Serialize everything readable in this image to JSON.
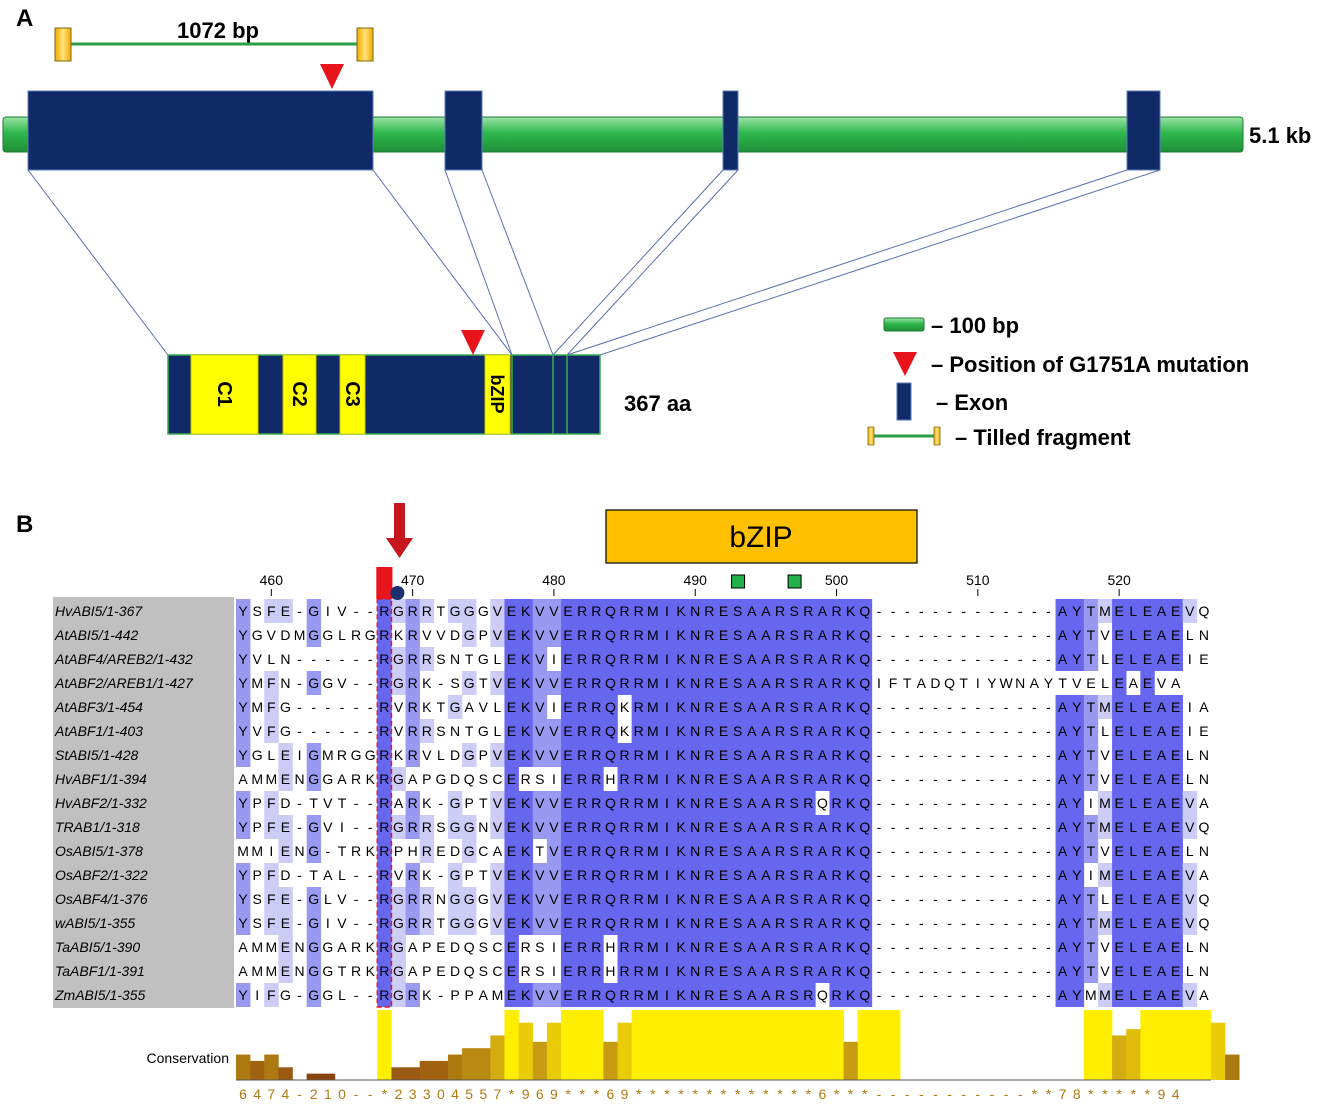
{
  "panel_a": {
    "label": "A",
    "tilled_fragment_label": "1072 bp",
    "gene_length_label": "5.1 kb",
    "protein_length_label": "367 aa",
    "domains": [
      "C1",
      "C2",
      "C3",
      "bZIP"
    ],
    "legend": [
      {
        "icon": "intron-bar-icon",
        "text": "– 100 bp"
      },
      {
        "icon": "red-triangle-icon",
        "text": "– Position of G1751A mutation"
      },
      {
        "icon": "exon-box-icon",
        "text": "– Exon"
      },
      {
        "icon": "tilled-fragment-icon",
        "text": "– Tilled fragment"
      }
    ],
    "colors": {
      "intron": "#2db84a",
      "exon": "#102a68",
      "domain": "#ffff00",
      "mutation": "#e8141b",
      "tilled_cap": "#f5b800"
    }
  },
  "panel_b": {
    "label": "B",
    "domain_label": "bZIP",
    "ruler": [
      "460",
      "470",
      "480",
      "490",
      "500",
      "510",
      "520"
    ],
    "conservation_label": "Conservation",
    "conservation_scores": "6474-210--*2330455 7*969***69*************6***-----------**78*****94",
    "sequence_names": [
      "HvABI5/1-367",
      "AtABI5/1-442",
      "AtABF4/AREB2/1-432",
      "AtABF2/AREB1/1-427",
      "AtABF3/1-454",
      "AtABF1/1-403",
      "StABI5/1-428",
      "HvABF1/1-394",
      "HvABF2/1-332",
      "TRAB1/1-318",
      "OsABI5/1-378",
      "OsABF2/1-322",
      "OsABF4/1-376",
      "wABI5/1-355",
      "TaABI5/1-390",
      "TaABF1/1-391",
      "ZmABI5/1-355"
    ],
    "sequences": [
      "YSFE-GIV--RGRRTGGGVEKVVERRQRRMIKNRESAARSRARKQ-------------AYTMELEAEVQ",
      "YGVDMGGLRGRKRVVDGPVEKVVERRQRRMIKNRESAARSRARKQ-------------AYTVELEAELN",
      "YVLN------RGRRSNTGLEKVIERRQRRMIKNRESAARSRARKQ-------------AYTLELEAEIE",
      "YMFN-GGV--RGRK-SGTVEKVVERRQRRMIKNRESAARSRARKQIFTADQTIYWNAYTVELEAEVA",
      "YMFG------RVRKTGAVLEKVIERRQKRMIKNRESAARSRARKQ-------------AYTMELEAEIA",
      "YVFG------RVRRSNTGLEKVVERRQKRMIKNRESAARSRARKQ-------------AYTLELEAEIE",
      "YGLEIGMRGGRKRVLDGPVEKVVERRQRRMIKNRESAARSRARKQ-------------AYTVELEAELN",
      "AMMENGGARKRGAPGDQSCERSIERRHRRMIKNRESAARSRARKQ-------------AYTVELEAELN",
      "YPFD-TVT--RARK-GPTVEKVVERRQRRMIKNRESAARSRQRKQ-------------AYIMELEAEVA",
      "YPFE-GVI--RGRRSGGNVEKVVERRQRRMIKNRESAARSRARKQ-------------AYTMELEAEVQ",
      "MMIENG-TRKRPHREDGCAEKTVERRQRRMIKNRESAARSRARKQ-------------AYTVELEAELN",
      "YPFD-TAL--RVRK-GPTVEKVVERRQRRMIKNRESAARSRARKQ-------------AYIMELEAEVA",
      "YSFE-GLV--RGRRNGGGVEKVVERRQRRMIKNRESAARSRARKQ-------------AYTLELEAEVQ",
      "YSFE-GIV--RGRRTGGGVEKVVERRQRRMIKNRESAARSRARKQ-------------AYTMELEAEVQ",
      "AMMENGGARKRGAPEDQSCERSIERRHRRMIKNRESAARSRARKQ-------------AYTVELEAELN",
      "AMMENGGTRKRGAPEDQSCERSIERRHRRMIKNRESAARSRARKQ-------------AYTVELEAELN",
      "YIFG-GGL--RGRK-PPAMEKVVERRQRRMIKNRESAARSRQRKQ-------------AYMMELEAEVA"
    ],
    "conservation_levels": [
      4,
      3,
      4,
      2,
      0,
      1,
      1,
      0,
      0,
      0,
      11,
      2,
      2,
      3,
      3,
      4,
      5,
      5,
      7,
      11,
      9,
      6,
      9,
      11,
      11,
      11,
      6,
      9,
      11,
      11,
      11,
      11,
      11,
      11,
      11,
      11,
      11,
      11,
      11,
      11,
      11,
      11,
      11,
      6,
      11,
      11,
      11,
      0,
      0,
      0,
      0,
      0,
      0,
      0,
      0,
      0,
      0,
      0,
      0,
      0,
      11,
      11,
      7,
      8,
      11,
      11,
      11,
      11,
      11,
      9,
      4
    ],
    "colors": {
      "strong": "#6666ee",
      "medium": "#9999f2",
      "weak": "#ccccf7",
      "mutation": "#e8141b",
      "domain_bar": "#ffc000",
      "marker": "#22b04a",
      "dot": "#1a2f6e"
    }
  }
}
